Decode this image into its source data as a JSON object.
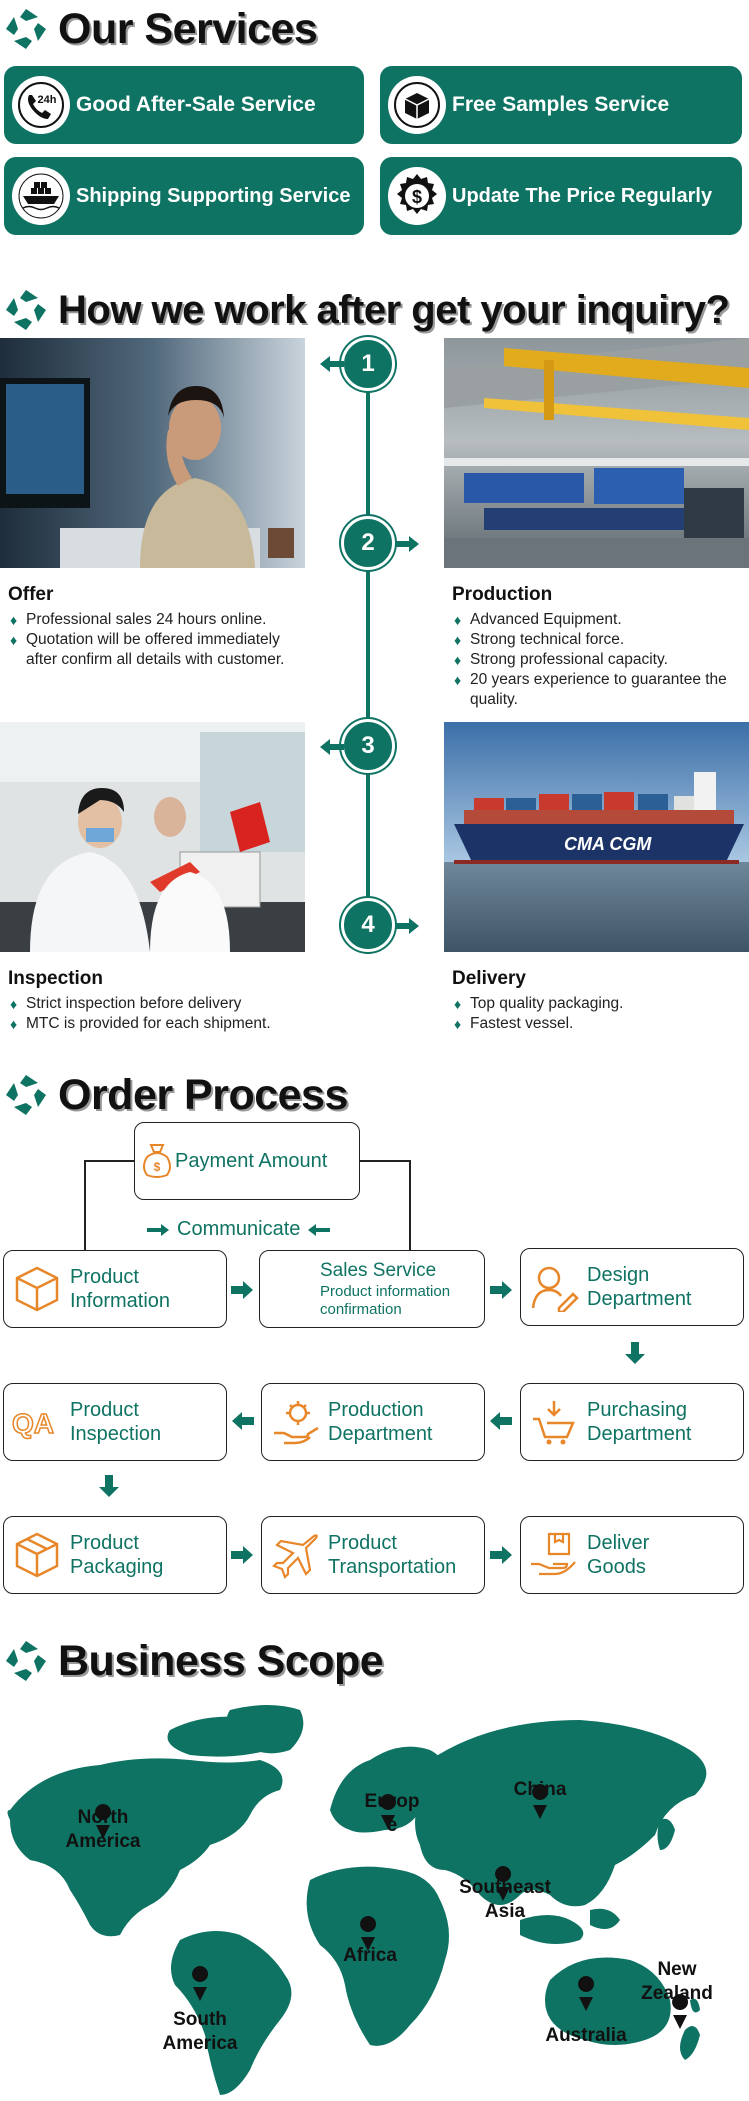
{
  "services": {
    "title": "Our Services",
    "items": [
      {
        "label": "Good After-Sale Service",
        "icon": "phone-24h-icon"
      },
      {
        "label": "Free Samples Service",
        "icon": "box-icon"
      },
      {
        "label": "Shipping Supporting Service",
        "icon": "ship-icon"
      },
      {
        "label": "Update The Price Regularly",
        "icon": "dollar-icon"
      }
    ]
  },
  "workflow": {
    "title": "How we work after get your inquiry?",
    "nodes": [
      "1",
      "2",
      "3",
      "4"
    ],
    "steps": [
      {
        "heading": "Offer",
        "points": [
          "Professional sales 24 hours online.",
          "Quotation will be offered immediately after confirm all details with customer."
        ]
      },
      {
        "heading": "Production",
        "points": [
          "Advanced Equipment.",
          "Strong technical force.",
          "Strong professional capacity.",
          "20 years experience to guarantee the quality."
        ]
      },
      {
        "heading": "Inspection",
        "points": [
          "Strict inspection before delivery",
          "MTC is provided for each shipment."
        ]
      },
      {
        "heading": "Delivery",
        "points": [
          "Top quality packaging.",
          "Fastest vessel."
        ]
      }
    ],
    "ship_text": "CMA CGM"
  },
  "order": {
    "title": "Order Process",
    "payment": "Payment Amount",
    "communicate": "Communicate",
    "boxes": {
      "product_info": [
        "Product",
        "Information"
      ],
      "sales_service": "Sales Service",
      "sales_sub": [
        "Product information",
        "confirmation"
      ],
      "design": [
        "Design",
        "Department"
      ],
      "purchasing": [
        "Purchasing",
        "Department"
      ],
      "production": [
        "Production",
        "Department"
      ],
      "inspection": [
        "Product",
        "Inspection"
      ],
      "packaging": [
        "Product",
        "Packaging"
      ],
      "transportation": [
        "Product",
        "Transportation"
      ],
      "deliver": [
        "Deliver",
        "Goods"
      ]
    },
    "qa_text": "QA"
  },
  "scope": {
    "title": "Business Scope",
    "regions": {
      "north_america": [
        "North",
        "America"
      ],
      "europe": [
        "Europ",
        "e"
      ],
      "china": "China",
      "southeast_asia": [
        "Southeast",
        "Asia"
      ],
      "africa": "Africa",
      "south_america": [
        "South",
        "America"
      ],
      "new_zealand": [
        "New",
        "Zealand"
      ],
      "australia": "Australia"
    }
  },
  "colors": {
    "brand": "#0f7363",
    "text": "#111111"
  }
}
